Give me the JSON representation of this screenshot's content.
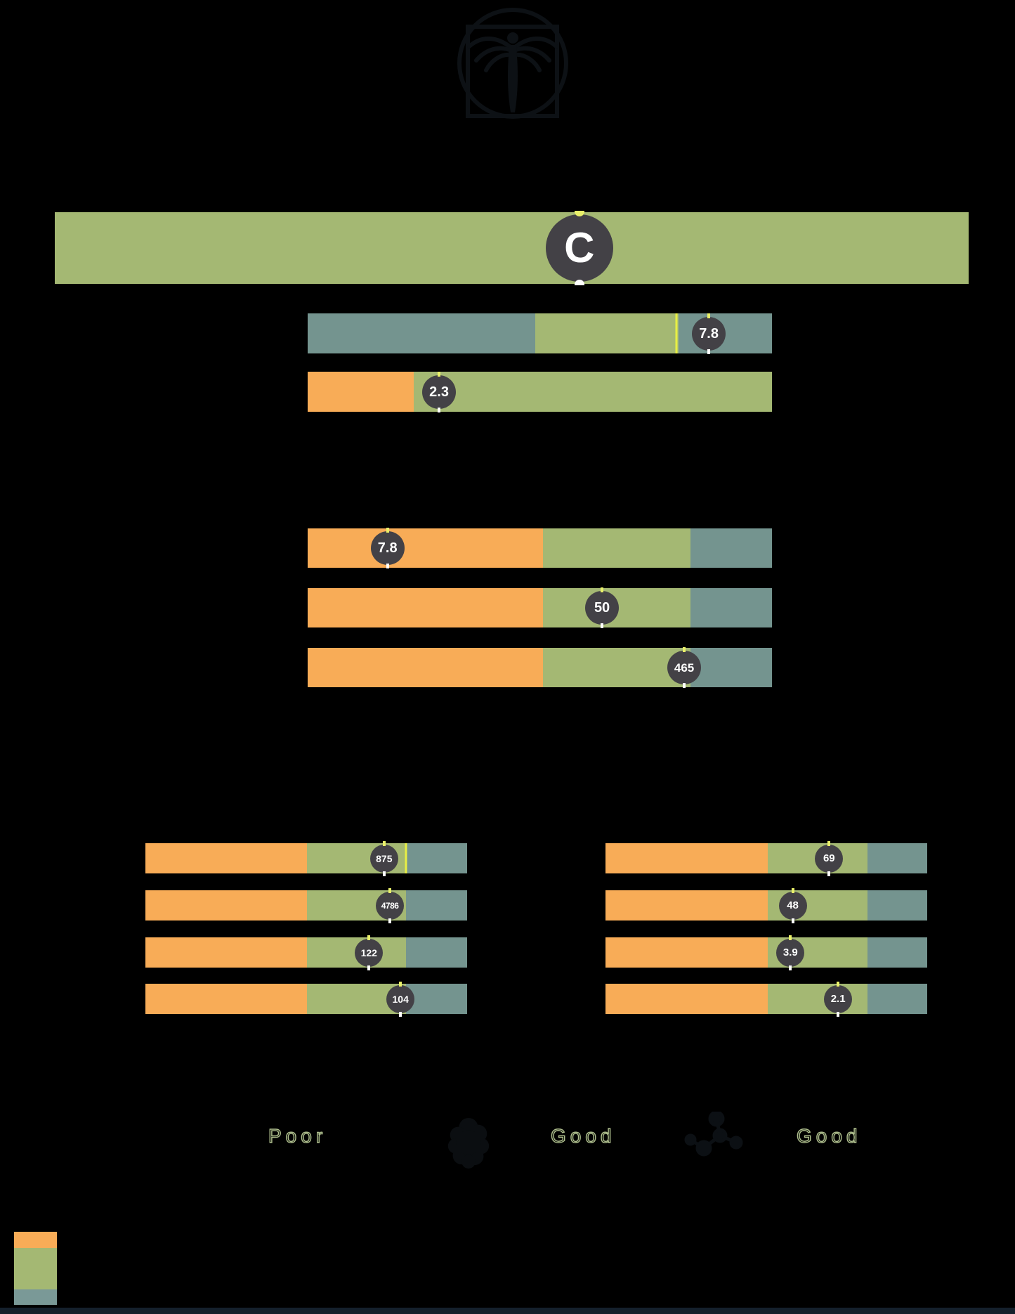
{
  "colors": {
    "background": "#000000",
    "orange": "#F8AC57",
    "olive": "#A4B873",
    "teal": "#74948F",
    "badge_dark": "#434146",
    "marker_yellow": "#E8EF45",
    "notch_white": "#FFFFFF",
    "legend_sage": "#AEBE8D",
    "icon_dark": "#0C1014",
    "footer_strip": "#14202C"
  },
  "legend": {
    "items": [
      {
        "label": "Poor",
        "icon": null
      },
      {
        "label": "Good",
        "icon": "brain-icon"
      },
      {
        "label": "Good",
        "icon": "molecule-icon"
      }
    ]
  },
  "key_swatches": [
    "orange",
    "olive",
    "teal"
  ],
  "chart_data": {
    "type": "bar",
    "subtype": "bullet-score-gauges",
    "title": "",
    "overall_grade": "C",
    "palette": {
      "orange": "#F8AC57",
      "olive": "#A4B873",
      "teal": "#74948F"
    },
    "gauges": [
      {
        "id": "g-overall",
        "value": "C",
        "badge_pct": 57.4,
        "segments": [
          {
            "color": "olive",
            "pct": 100
          }
        ]
      },
      {
        "id": "g-top1",
        "value": "7.8",
        "badge_pct": 86.4,
        "marker_pct": 79.5,
        "segments": [
          {
            "color": "teal",
            "pct": 49.0
          },
          {
            "color": "olive",
            "pct": 30.9
          },
          {
            "color": "teal",
            "pct": 20.1
          }
        ]
      },
      {
        "id": "g-top2",
        "value": "2.3",
        "badge_pct": 28.3,
        "segments": [
          {
            "color": "orange",
            "pct": 22.8
          },
          {
            "color": "olive",
            "pct": 77.2
          }
        ]
      },
      {
        "id": "g-mid1",
        "value": "7.8",
        "badge_pct": 17.2,
        "segments": [
          {
            "color": "orange",
            "pct": 50.7
          },
          {
            "color": "olive",
            "pct": 31.7
          },
          {
            "color": "teal",
            "pct": 17.6
          }
        ]
      },
      {
        "id": "g-mid2",
        "value": "50",
        "badge_pct": 63.4,
        "segments": [
          {
            "color": "orange",
            "pct": 50.7
          },
          {
            "color": "olive",
            "pct": 31.7
          },
          {
            "color": "teal",
            "pct": 17.6
          }
        ]
      },
      {
        "id": "g-mid3",
        "value": "465",
        "badge_pct": 81.1,
        "segments": [
          {
            "color": "orange",
            "pct": 50.7
          },
          {
            "color": "olive",
            "pct": 31.7
          },
          {
            "color": "teal",
            "pct": 17.6
          }
        ]
      },
      {
        "id": "g-l1",
        "value": "875",
        "badge_pct": 74.2,
        "marker_pct": 81.1,
        "segments": [
          {
            "color": "orange",
            "pct": 50.2
          },
          {
            "color": "olive",
            "pct": 30.9
          },
          {
            "color": "teal",
            "pct": 18.9
          }
        ]
      },
      {
        "id": "g-l2",
        "value": "4786",
        "badge_pct": 76.0,
        "segments": [
          {
            "color": "orange",
            "pct": 50.2
          },
          {
            "color": "olive",
            "pct": 30.9
          },
          {
            "color": "teal",
            "pct": 18.9
          }
        ]
      },
      {
        "id": "g-l3",
        "value": "122",
        "badge_pct": 69.5,
        "segments": [
          {
            "color": "orange",
            "pct": 50.2
          },
          {
            "color": "olive",
            "pct": 30.9
          },
          {
            "color": "teal",
            "pct": 18.9
          }
        ]
      },
      {
        "id": "g-l4",
        "value": "104",
        "badge_pct": 79.3,
        "segments": [
          {
            "color": "orange",
            "pct": 50.2
          },
          {
            "color": "olive",
            "pct": 30.9
          },
          {
            "color": "teal",
            "pct": 18.9
          }
        ]
      },
      {
        "id": "g-r1",
        "value": "69",
        "badge_pct": 69.5,
        "segments": [
          {
            "color": "orange",
            "pct": 50.5
          },
          {
            "color": "olive",
            "pct": 30.9
          },
          {
            "color": "teal",
            "pct": 18.6
          }
        ]
      },
      {
        "id": "g-r2",
        "value": "48",
        "badge_pct": 58.2,
        "segments": [
          {
            "color": "orange",
            "pct": 50.5
          },
          {
            "color": "olive",
            "pct": 30.9
          },
          {
            "color": "teal",
            "pct": 18.6
          }
        ]
      },
      {
        "id": "g-r3",
        "value": "3.9",
        "badge_pct": 57.5,
        "segments": [
          {
            "color": "orange",
            "pct": 50.5
          },
          {
            "color": "olive",
            "pct": 30.9
          },
          {
            "color": "teal",
            "pct": 18.6
          }
        ]
      },
      {
        "id": "g-r4",
        "value": "2.1",
        "badge_pct": 72.3,
        "segments": [
          {
            "color": "orange",
            "pct": 50.5
          },
          {
            "color": "olive",
            "pct": 30.9
          },
          {
            "color": "teal",
            "pct": 18.6
          }
        ]
      }
    ]
  }
}
